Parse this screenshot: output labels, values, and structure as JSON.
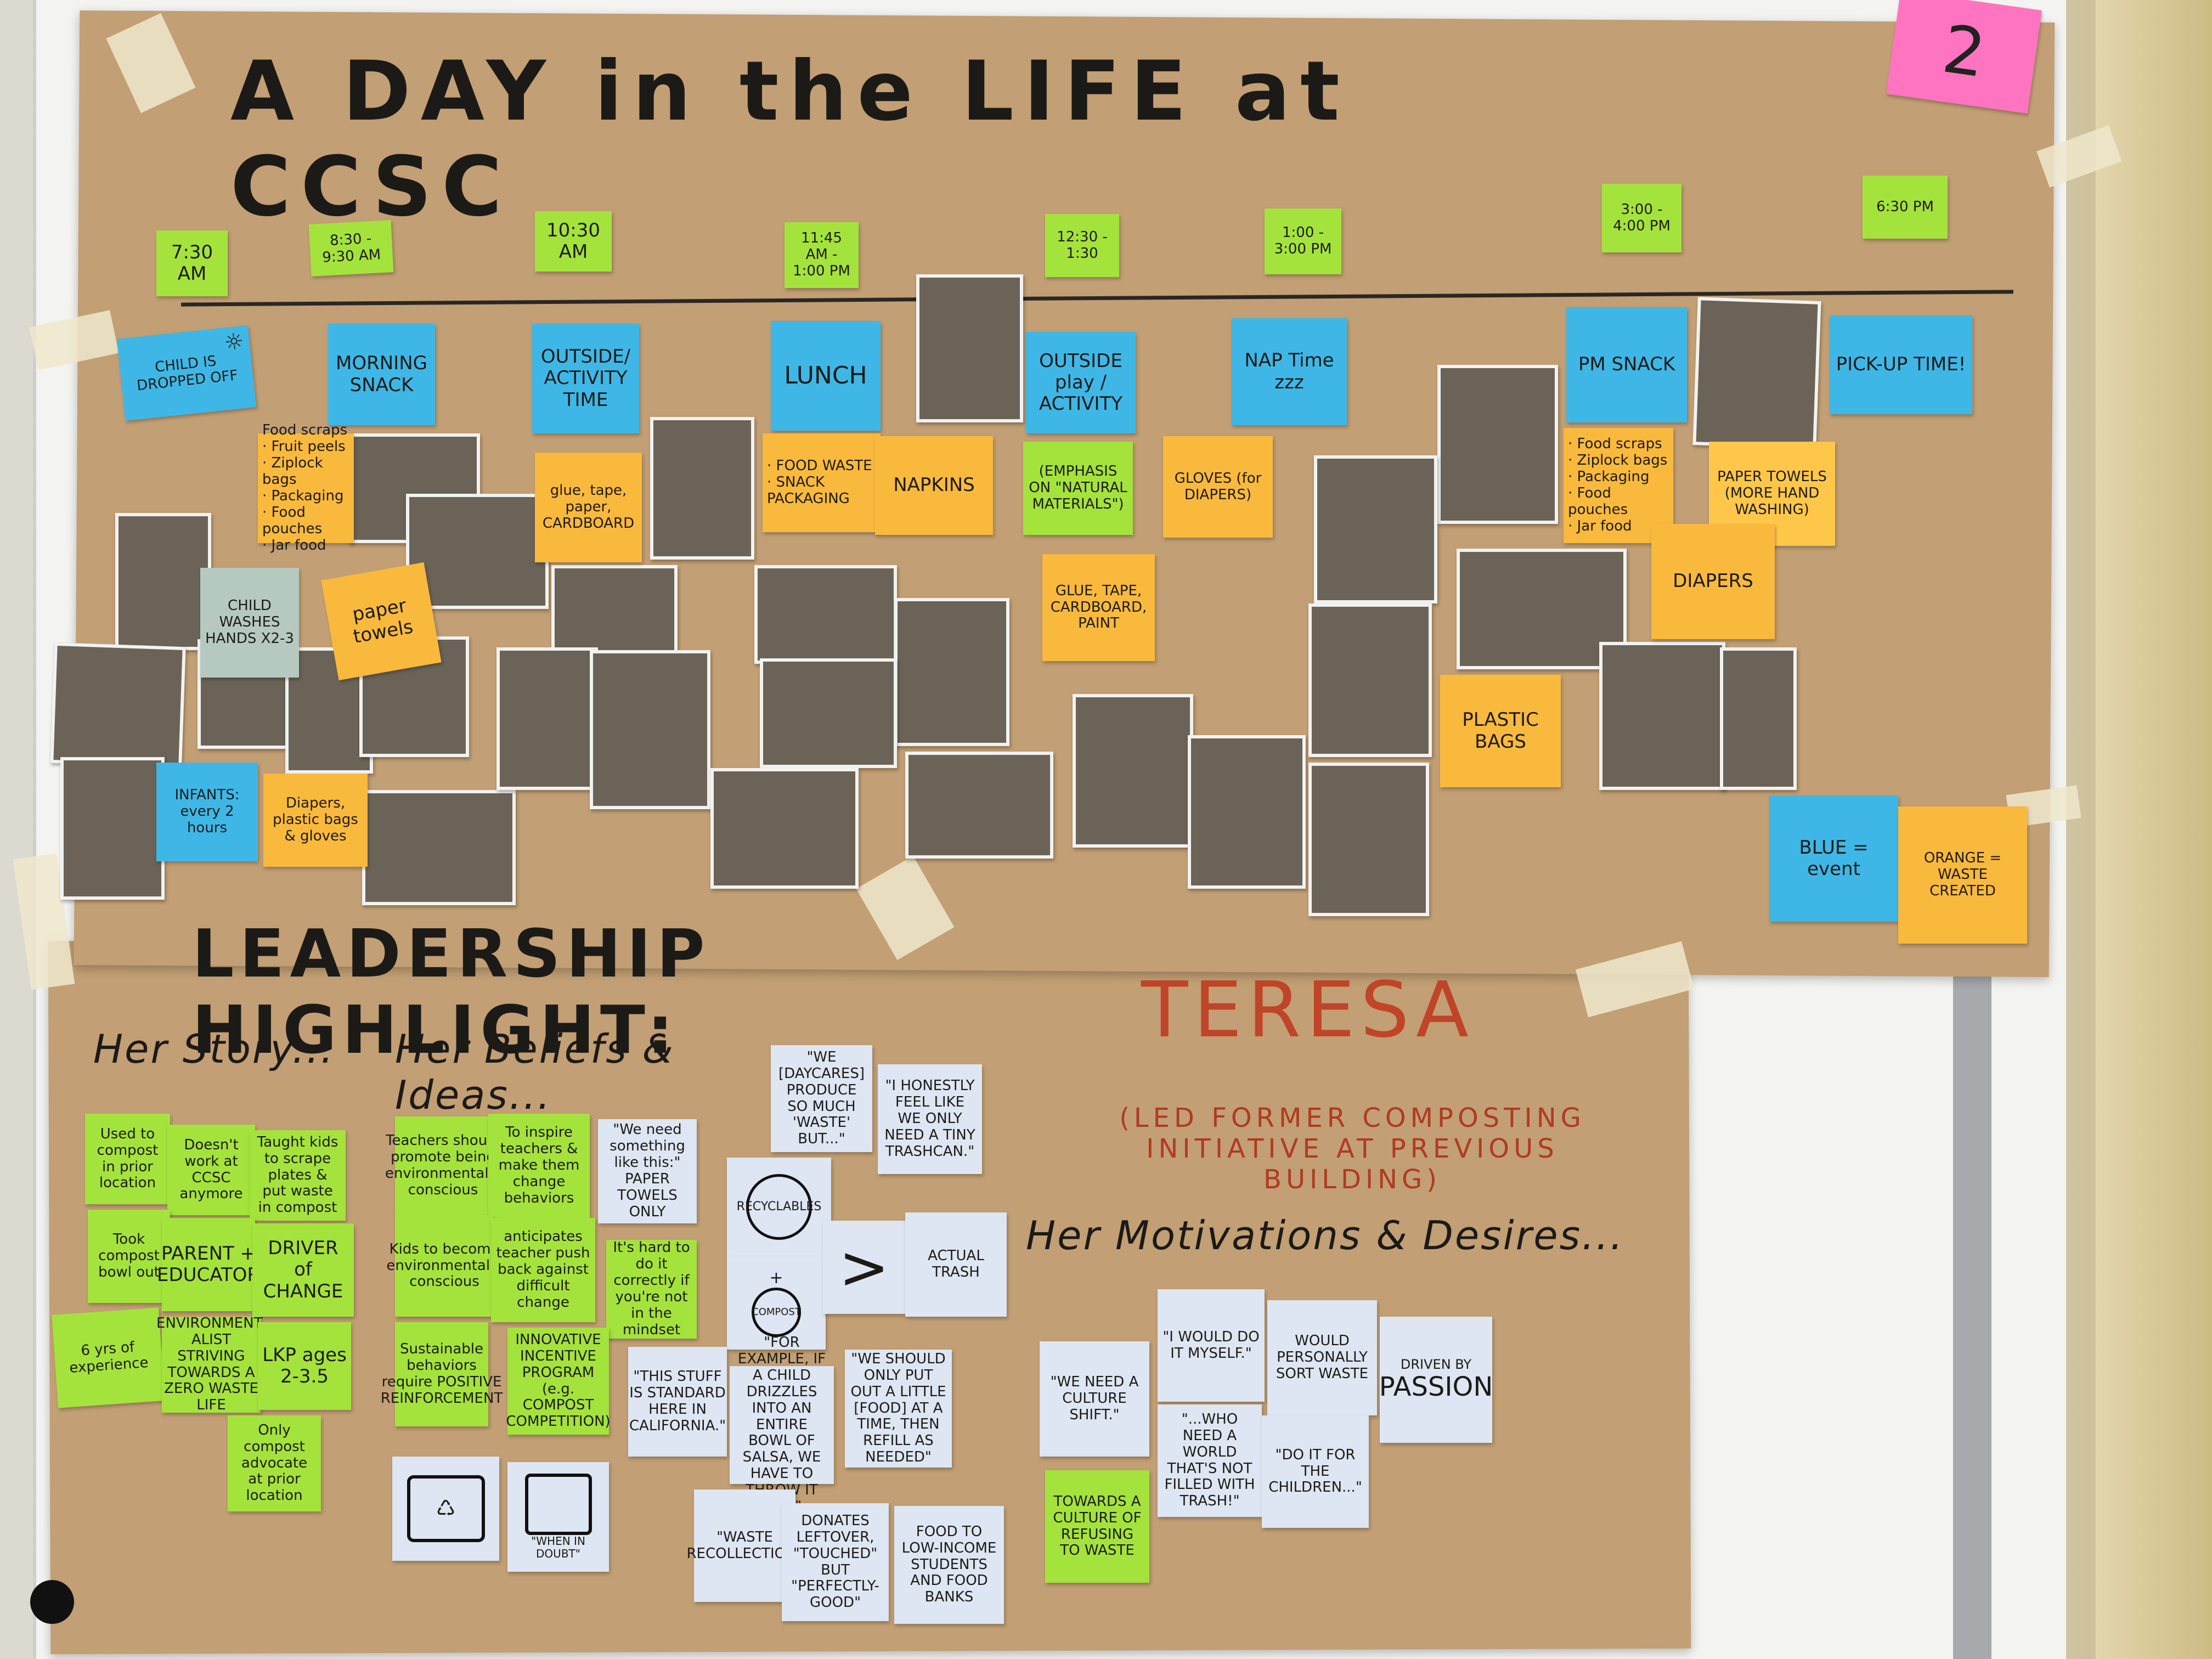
{
  "title": "A DAY in the LIFE at CCSC",
  "page_marker": "2",
  "times": [
    "7:30 AM",
    "8:30 - 9:30 AM",
    "10:30 AM",
    "11:45 AM - 1:00 PM",
    "12:30 - 1:30",
    "1:00 - 3:00 PM",
    "3:00 - 4:00 PM",
    "6:30 PM"
  ],
  "events": [
    "CHILD IS DROPPED OFF",
    "MORNING SNACK",
    "OUTSIDE/ ACTIVITY TIME",
    "LUNCH",
    "OUTSIDE play / ACTIVITY",
    "NAP Time zzz",
    "PM SNACK",
    "PICK-UP TIME!"
  ],
  "waste": {
    "snack": "Food scraps\n· Fruit peels\n· Ziplock bags\n· Packaging\n· Food pouches\n· Jar food",
    "paper_towels": "paper towels",
    "glue": "glue, tape, paper, CARDBOARD",
    "lunch_waste": "· FOOD WASTE\n· SNACK PACKAGING",
    "napkins": "NAPKINS",
    "emphasis": "(EMPHASIS ON \"NATURAL MATERIALS\")",
    "glue2": "GLUE, TAPE, CARDBOARD, PAINT",
    "gloves": "GLOVES (for DIAPERS)",
    "pm_snack": "· Food scraps\n· Ziplock bags\n· Packaging\n· Food pouches\n· Jar food",
    "paper_towels2": "PAPER TOWELS (MORE HAND WASHING)",
    "diapers": "DIAPERS",
    "plastic_bags": "PLASTIC BAGS",
    "diapers_infants": "Diapers, plastic bags & gloves"
  },
  "child_washes": "CHILD WASHES HANDS X2-3",
  "infants": "INFANTS: every 2 hours",
  "legend": {
    "blue": "BLUE = event",
    "orange": "ORANGE = WASTE CREATED"
  },
  "leadership": {
    "heading": "LEADERSHIP HIGHLIGHT:",
    "name": "TERESA",
    "note": "(LED FORMER COMPOSTING INITIATIVE AT PREVIOUS BUILDING)",
    "story_heading": "Her Story...",
    "beliefs_heading": "Her Beliefs & Ideas...",
    "motivations_heading": "Her Motivations & Desires..."
  },
  "story": [
    "Used to compost in prior location",
    "Doesn't work at CCSC anymore",
    "Taught kids to scrape plates & put waste in compost",
    "Took compost bowl out",
    "PARENT + EDUCATOR",
    "DRIVER of CHANGE",
    "6 yrs of experience",
    "ENVIRONMENT-ALIST STRIVING TOWARDS A ZERO WASTE LIFE",
    "LKP ages 2-3.5",
    "Only compost advocate at prior location"
  ],
  "beliefs": [
    "Teachers should promote being environmentally conscious",
    "To inspire teachers & make them change behaviors",
    "\"We need something like this:\" PAPER TOWELS ONLY",
    "Kids to become environmentally conscious",
    "anticipates teacher push back against difficult change",
    "It's hard to do it correctly if you're not in the mindset",
    "Sustainable behaviors require POSITIVE REINFORCEMENT",
    "INNOVATIVE INCENTIVE PROGRAM (e.g. COMPOST COMPETITION)",
    "\"WE [DAYCARES] PRODUCE SO MUCH 'WASTE' BUT...\"",
    "\"I HONESTLY FEEL LIKE WE ONLY NEED A TINY TRASHCAN.\"",
    "RECYCLABLES",
    "COMPOST",
    "ACTUAL TRASH",
    "\"THIS STUFF IS STANDARD HERE IN CALIFORNIA.\"",
    "\"FOR EXAMPLE, IF A CHILD DRIZZLES INTO AN ENTIRE BOWL OF SALSA, WE HAVE TO THROW IT OUT.\"",
    "\"WE SHOULD ONLY PUT OUT A LITTLE [FOOD] AT A TIME, THEN REFILL AS NEEDED\"",
    "\"WHEN IN DOUBT\"",
    "\"WASTE RECOLLECTION\"",
    "DONATES LEFTOVER, \"TOUCHED\" BUT \"PERFECTLY-GOOD\"",
    "FOOD TO LOW-INCOME STUDENTS AND FOOD BANKS"
  ],
  "motivations": [
    "\"WE NEED A CULTURE SHIFT.\"",
    "TOWARDS A CULTURE OF REFUSING TO WASTE",
    "\"I WOULD DO IT MYSELF.\"",
    "WOULD PERSONALLY SORT WASTE",
    "DRIVEN BY",
    "PASSION",
    "\"...WHO NEED A WORLD THAT'S NOT FILLED WITH TRASH!\"",
    "\"DO IT FOR THE CHILDREN...\""
  ],
  "colors": {
    "paper": "#c29f74",
    "blue_note": "#3fb7e6",
    "orange_note": "#f9b93d",
    "green_note": "#a4e33c",
    "white_note": "#dde6f2",
    "teresa": "#c04427"
  },
  "icons": [
    "sun-icon",
    "cookie-icon",
    "toast-icon",
    "apple-icon",
    "trash-bin-icon",
    "recycle-icon",
    "greater-than-icon"
  ]
}
